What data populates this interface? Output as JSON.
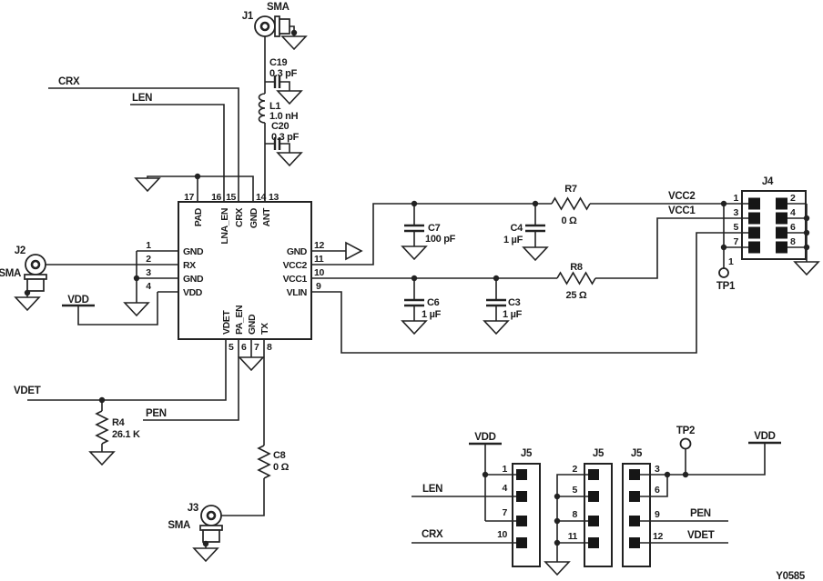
{
  "figure_code": "Y0585",
  "labels": {
    "sma": "SMA",
    "crx": "CRX",
    "len": "LEN",
    "vdd": "VDD",
    "vdet": "VDET",
    "pen": "PEN",
    "vcc1": "VCC1",
    "vcc2": "VCC2"
  },
  "connectors": {
    "j1": "J1",
    "j2": "J2",
    "j3": "J3",
    "j4": "J4",
    "j5": "J5"
  },
  "testpoints": {
    "tp1": "TP1",
    "tp1_pin": "1",
    "tp2": "TP2"
  },
  "parts": {
    "c19": {
      "ref": "C19",
      "val": "0.3 pF"
    },
    "c20": {
      "ref": "C20",
      "val": "0.3 pF"
    },
    "l1": {
      "ref": "L1",
      "val": "1.0 nH"
    },
    "c7": {
      "ref": "C7",
      "val": "100 pF"
    },
    "c4": {
      "ref": "C4",
      "val": "1 µF"
    },
    "c6": {
      "ref": "C6",
      "val": "1 µF"
    },
    "c3": {
      "ref": "C3",
      "val": "1 µF"
    },
    "r7": {
      "ref": "R7",
      "val": "0 Ω"
    },
    "r8": {
      "ref": "R8",
      "val": "25 Ω"
    },
    "r4": {
      "ref": "R4",
      "val": "26.1 K"
    },
    "c8": {
      "ref": "C8",
      "val": "0 Ω"
    }
  },
  "ic": {
    "top": [
      {
        "n": "17",
        "name": "PAD"
      },
      {
        "n": "16",
        "name": "LNA_EN"
      },
      {
        "n": "15",
        "name": "CRX"
      },
      {
        "n": "14",
        "name": "GND"
      },
      {
        "n": "13",
        "name": "ANT"
      }
    ],
    "left": [
      {
        "n": "1",
        "name": "GND"
      },
      {
        "n": "2",
        "name": "RX"
      },
      {
        "n": "3",
        "name": "GND"
      },
      {
        "n": "4",
        "name": "VDD"
      }
    ],
    "right": [
      {
        "n": "12",
        "name": "GND"
      },
      {
        "n": "11",
        "name": "VCC2"
      },
      {
        "n": "10",
        "name": "VCC1"
      },
      {
        "n": "9",
        "name": "VLIN"
      }
    ],
    "bottom": [
      {
        "n": "5",
        "name": "VDET"
      },
      {
        "n": "6",
        "name": "PA_EN"
      },
      {
        "n": "7",
        "name": "GND"
      },
      {
        "n": "8",
        "name": "TX"
      }
    ]
  },
  "j4_pins": {
    "left": [
      "1",
      "3",
      "5",
      "7"
    ],
    "right": [
      "2",
      "4",
      "6",
      "8"
    ]
  },
  "j5_pins": {
    "a": [
      "1",
      "4",
      "7",
      "10"
    ],
    "b": [
      "2",
      "5",
      "8",
      "11"
    ],
    "c": [
      "3",
      "6",
      "9",
      "12"
    ]
  }
}
